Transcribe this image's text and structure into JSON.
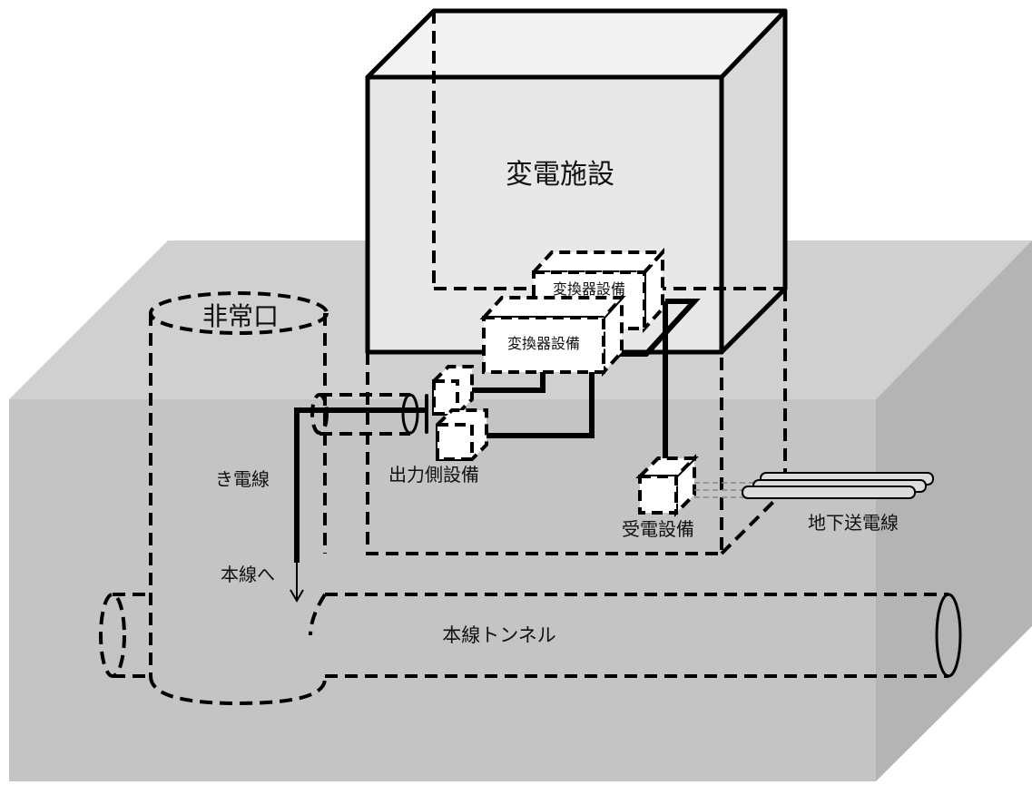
{
  "labels": {
    "substation": "変電施設",
    "converter_upper": "変換器設備",
    "converter_lower": "変換器設備",
    "emergency_exit": "非常口",
    "feeder": "き電線",
    "output_equipment": "出力側設備",
    "receiving_equipment": "受電設備",
    "underground_cable": "地下送電線",
    "to_main_line": "本線へ",
    "main_tunnel": "本線トンネル"
  },
  "colors": {
    "ground_front": "#c4c4c4",
    "ground_top": "#d0d0d0",
    "ground_side": "#b4b4b4",
    "building_front": "#e8e8e8",
    "building_top": "#f3f3f3",
    "building_side": "#dadada",
    "line": "#000000"
  }
}
